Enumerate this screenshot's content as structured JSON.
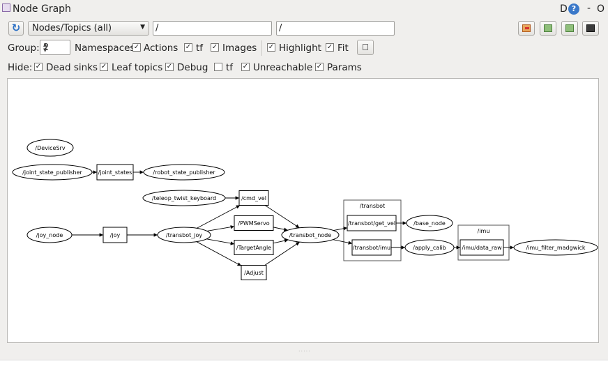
{
  "window": {
    "title": "Node Graph",
    "controls": {
      "d": "D",
      "help": "?",
      "minimize": "-",
      "close": "O"
    }
  },
  "toolbar": {
    "refresh_icon": "refresh-icon",
    "mode": "Nodes/Topics (all)",
    "node_filter": "/",
    "topic_filter": "/"
  },
  "row2": {
    "group_label": "Group:",
    "group_value": "2",
    "namespaces_label": "Namespaces",
    "actions": {
      "label": "Actions",
      "checked": true
    },
    "tf": {
      "label": "tf",
      "checked": true
    },
    "images": {
      "label": "Images",
      "checked": true
    },
    "highlight": {
      "label": "Highlight",
      "checked": true
    },
    "fit": {
      "label": "Fit",
      "checked": true
    }
  },
  "row3": {
    "hide_label": "Hide:",
    "dead_sinks": {
      "label": "Dead sinks",
      "checked": true
    },
    "leaf_topics": {
      "label": "Leaf topics",
      "checked": true
    },
    "debug": {
      "label": "Debug",
      "checked": true
    },
    "tf": {
      "label": "tf",
      "checked": false
    },
    "unreachable": {
      "label": "Unreachable",
      "checked": true
    },
    "params": {
      "label": "Params",
      "checked": true
    }
  },
  "graph": {
    "groups": [
      {
        "id": "g_transbot",
        "label": "/transbot"
      },
      {
        "id": "g_imu",
        "label": "/imu"
      }
    ],
    "nodes": [
      {
        "id": "devicesrv",
        "label": "/DeviceSrv",
        "shape": "ellipse"
      },
      {
        "id": "jsp",
        "label": "/joint_state_publisher",
        "shape": "ellipse"
      },
      {
        "id": "joint_states",
        "label": "/joint_states",
        "shape": "box"
      },
      {
        "id": "rsp",
        "label": "/robot_state_publisher",
        "shape": "ellipse"
      },
      {
        "id": "teleop",
        "label": "/teleop_twist_keyboard",
        "shape": "ellipse"
      },
      {
        "id": "cmd_vel",
        "label": "/cmd_vel",
        "shape": "box"
      },
      {
        "id": "joy_node",
        "label": "/joy_node",
        "shape": "ellipse"
      },
      {
        "id": "joy",
        "label": "/joy",
        "shape": "box"
      },
      {
        "id": "transbot_joy",
        "label": "/transbot_joy",
        "shape": "ellipse"
      },
      {
        "id": "pwmservo",
        "label": "/PWMServo",
        "shape": "box"
      },
      {
        "id": "targetangle",
        "label": "/TargetAngle",
        "shape": "box"
      },
      {
        "id": "adjust",
        "label": "/Adjust",
        "shape": "box"
      },
      {
        "id": "transbot_node",
        "label": "/transbot_node",
        "shape": "ellipse"
      },
      {
        "id": "get_vel",
        "label": "/transbot/get_vel",
        "shape": "box"
      },
      {
        "id": "tb_imu",
        "label": "/transbot/imu",
        "shape": "box"
      },
      {
        "id": "base_node",
        "label": "/base_node",
        "shape": "ellipse"
      },
      {
        "id": "apply_calib",
        "label": "/apply_calib",
        "shape": "ellipse"
      },
      {
        "id": "imu_raw",
        "label": "/imu/data_raw",
        "shape": "box"
      },
      {
        "id": "madgwick",
        "label": "/imu_filter_madgwick",
        "shape": "ellipse"
      }
    ],
    "edges": [
      [
        "jsp",
        "joint_states"
      ],
      [
        "joint_states",
        "rsp"
      ],
      [
        "teleop",
        "cmd_vel"
      ],
      [
        "joy_node",
        "joy"
      ],
      [
        "joy",
        "transbot_joy"
      ],
      [
        "transbot_joy",
        "cmd_vel"
      ],
      [
        "transbot_joy",
        "pwmservo"
      ],
      [
        "transbot_joy",
        "targetangle"
      ],
      [
        "transbot_joy",
        "adjust"
      ],
      [
        "cmd_vel",
        "transbot_node"
      ],
      [
        "pwmservo",
        "transbot_node"
      ],
      [
        "targetangle",
        "transbot_node"
      ],
      [
        "adjust",
        "transbot_node"
      ],
      [
        "transbot_node",
        "get_vel"
      ],
      [
        "transbot_node",
        "tb_imu"
      ],
      [
        "get_vel",
        "base_node"
      ],
      [
        "tb_imu",
        "apply_calib"
      ],
      [
        "apply_calib",
        "imu_raw"
      ],
      [
        "imu_raw",
        "madgwick"
      ]
    ]
  }
}
